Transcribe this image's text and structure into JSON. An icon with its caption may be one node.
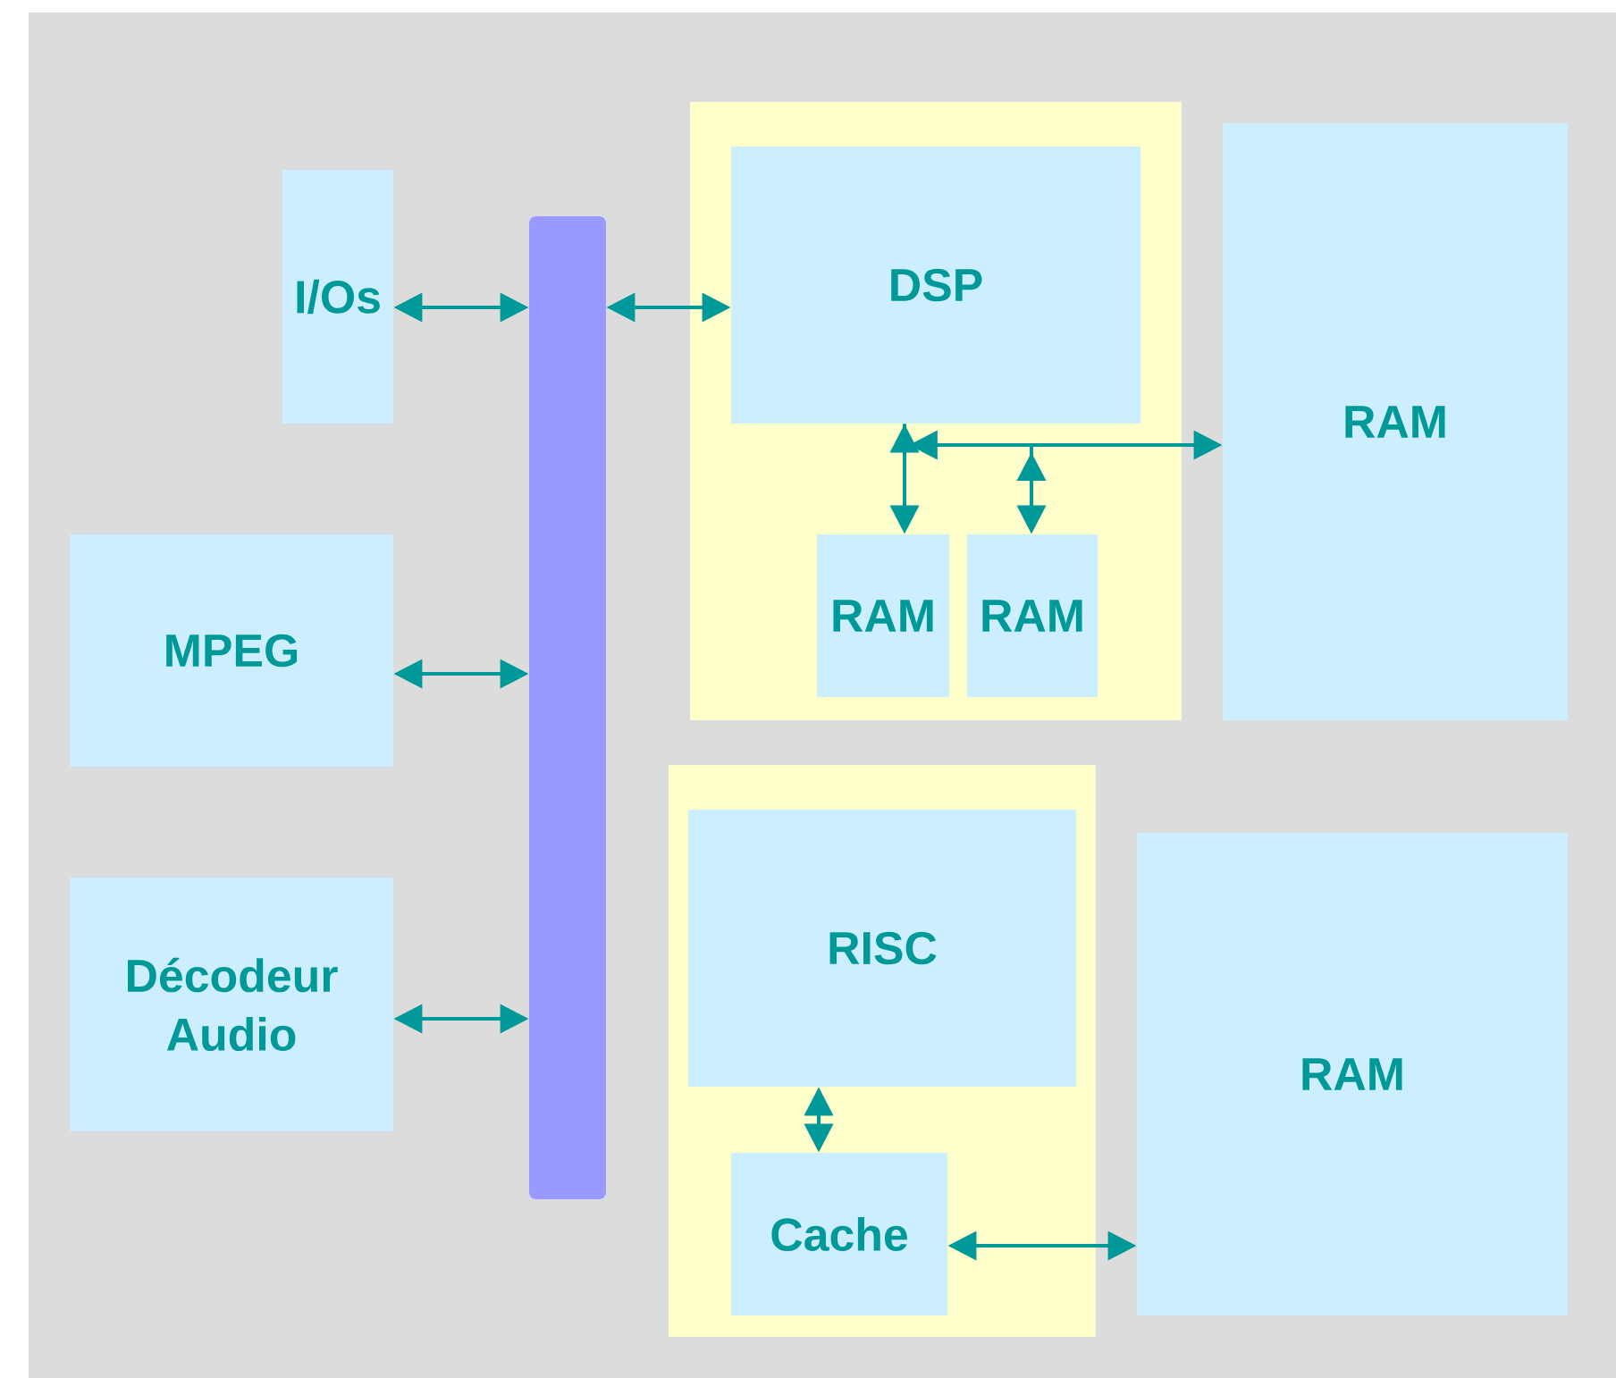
{
  "diagram": {
    "nodes": [
      {
        "text": [
          "I/Os"
        ]
      },
      {
        "text": [
          "MPEG"
        ]
      },
      {
        "text": [
          "Décodeur Audio"
        ]
      },
      {
        "text": [],
        "shape": "bar"
      },
      {
        "text": [],
        "shape": "box"
      },
      {
        "text": [
          "DSP"
        ],
        "in": 4
      },
      {
        "text": [
          "RAM"
        ],
        "in": 4
      },
      {
        "text": [
          "RAM"
        ],
        "in": 4
      },
      {
        "text": [
          "RAM"
        ]
      },
      {
        "text": [],
        "shape": "box"
      },
      {
        "text": [
          "RISC"
        ],
        "in": 9
      },
      {
        "text": [
          "Cache"
        ],
        "in": 9
      },
      {
        "text": [
          "RAM"
        ]
      }
    ],
    "edges": [
      {
        "from": 0,
        "to": 3,
        "arrow": "both"
      },
      {
        "from": 1,
        "to": 3,
        "arrow": "both"
      },
      {
        "from": 2,
        "to": 3,
        "arrow": "both"
      },
      {
        "from": 3,
        "to": 5,
        "arrow": "both"
      },
      {
        "from": 5,
        "to": 6,
        "arrow": "both"
      },
      {
        "from": 5,
        "to": 8,
        "arrow": "to"
      },
      {
        "from": 5,
        "to": 7,
        "arrow": "to"
      },
      {
        "from": 10,
        "to": 11,
        "arrow": "both"
      },
      {
        "from": 11,
        "to": 12,
        "arrow": "both"
      }
    ]
  }
}
